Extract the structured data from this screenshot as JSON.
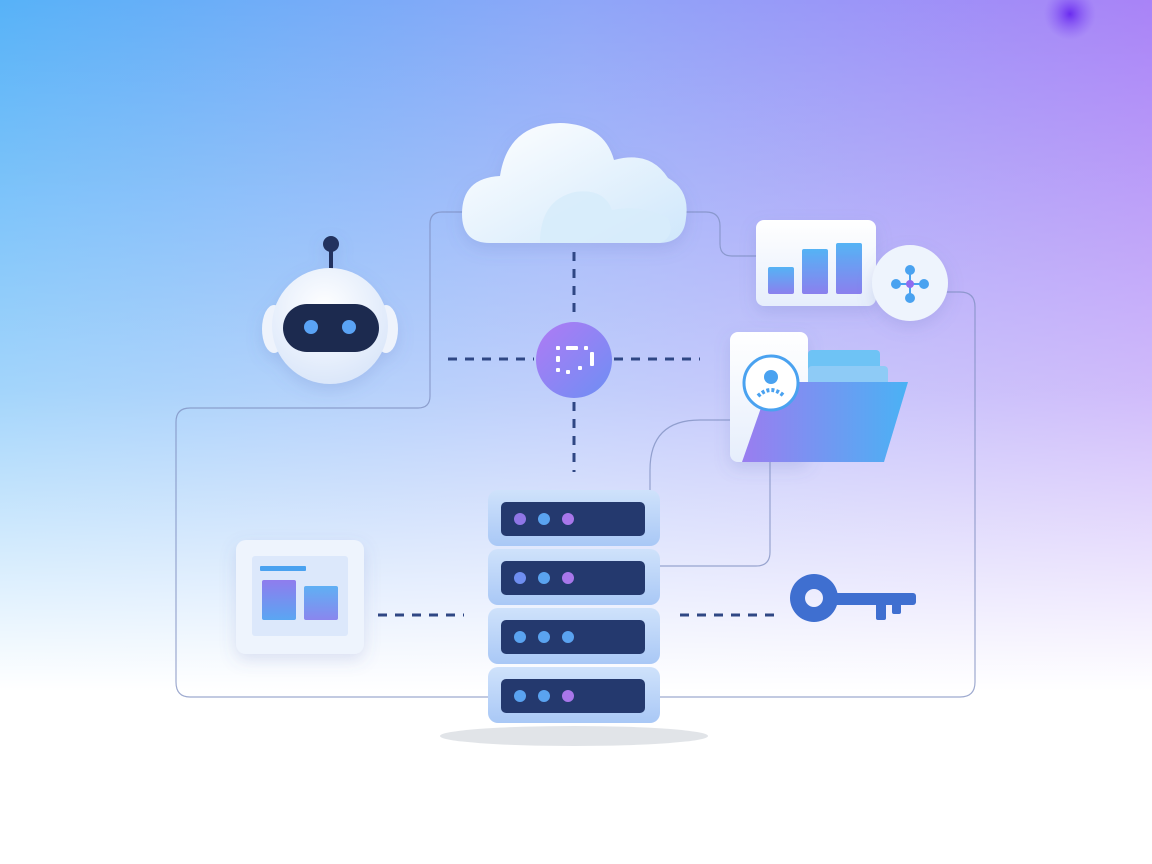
{
  "illustration": {
    "colors": {
      "background_top_left": "#5aa9f7",
      "background_top_right": "#a985f8",
      "background_bottom": "#ffffff",
      "accent_purple": "#8f6cf0",
      "accent_blue": "#4a9cf0",
      "server_panel": "#24396e",
      "key": "#3f6fd0",
      "connector_line": "#7d8dbf"
    },
    "icons": [
      "cloud-icon",
      "robot-icon",
      "hub-node-icon",
      "bar-chart-icon",
      "network-nodes-icon",
      "user-folder-icon",
      "window-panel-icon",
      "server-rack-icon",
      "key-icon"
    ],
    "chart_card_bar_levels": [
      0.45,
      0.75,
      0.85
    ],
    "server_units": [
      {
        "led_colors": [
          "#8f76e6",
          "#5aa3f0",
          "#a877ea"
        ]
      },
      {
        "led_colors": [
          "#6f8ef0",
          "#5aa3f0",
          "#a877ea"
        ]
      },
      {
        "led_colors": [
          "#5aa3f0",
          "#5aa3f0",
          "#5aa3f0"
        ]
      },
      {
        "led_colors": [
          "#5aa3f0",
          "#5aa3f0",
          "#a877ea"
        ]
      }
    ]
  }
}
